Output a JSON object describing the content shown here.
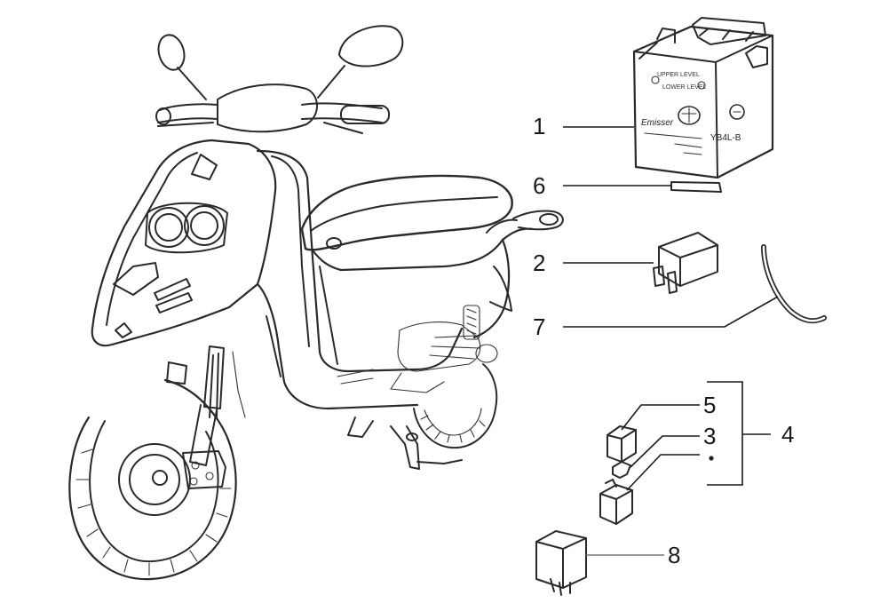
{
  "diagram": {
    "callouts": [
      {
        "id": "1",
        "label": "1"
      },
      {
        "id": "6",
        "label": "6"
      },
      {
        "id": "2",
        "label": "2"
      },
      {
        "id": "7",
        "label": "7"
      },
      {
        "id": "5",
        "label": "5"
      },
      {
        "id": "3",
        "label": "3"
      },
      {
        "id": "4",
        "label": "4"
      },
      {
        "id": "8",
        "label": "8"
      }
    ],
    "battery": {
      "brand_text": "Emisser",
      "model_text": "YB4L-B",
      "upper_level_text": "UPPER LEVEL",
      "lower_level_text": "LOWER LEVEL"
    }
  }
}
